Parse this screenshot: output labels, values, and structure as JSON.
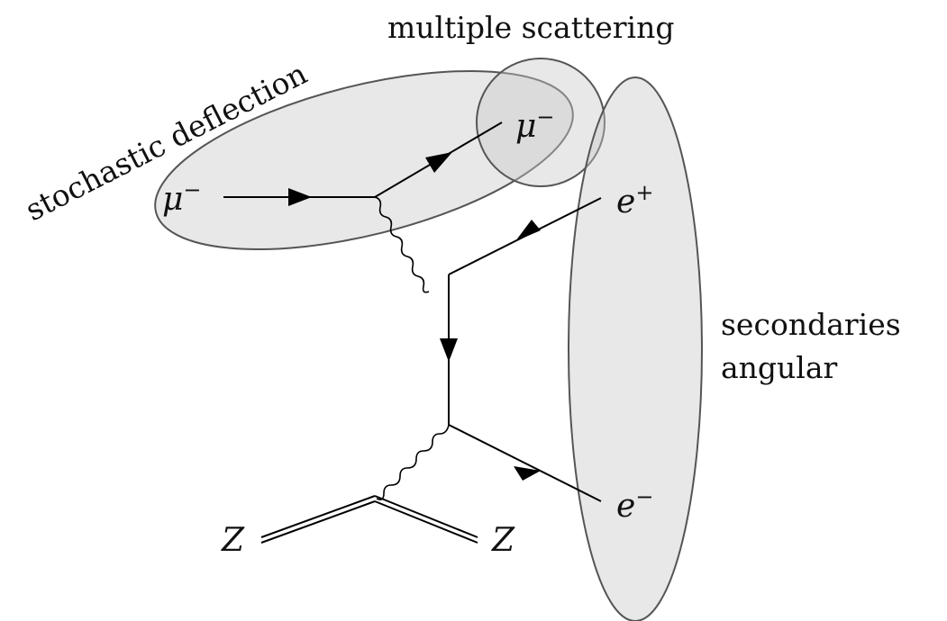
{
  "labels": {
    "stochastic": "stochastic deflection",
    "multiple": "multiple scattering",
    "secondaries_line1": "secondaries",
    "secondaries_line2": "angular"
  },
  "particles": {
    "mu_in": {
      "sym": "μ",
      "sup": "−"
    },
    "mu_out": {
      "sym": "μ",
      "sup": "−"
    },
    "e_plus": {
      "sym": "e",
      "sup": "+"
    },
    "e_minus": {
      "sym": "e",
      "sup": "−"
    },
    "z_left": "Z",
    "z_right": "Z"
  },
  "colors": {
    "region_fill": "#d8d8d8",
    "region_stroke": "#555555",
    "line": "#000000"
  }
}
